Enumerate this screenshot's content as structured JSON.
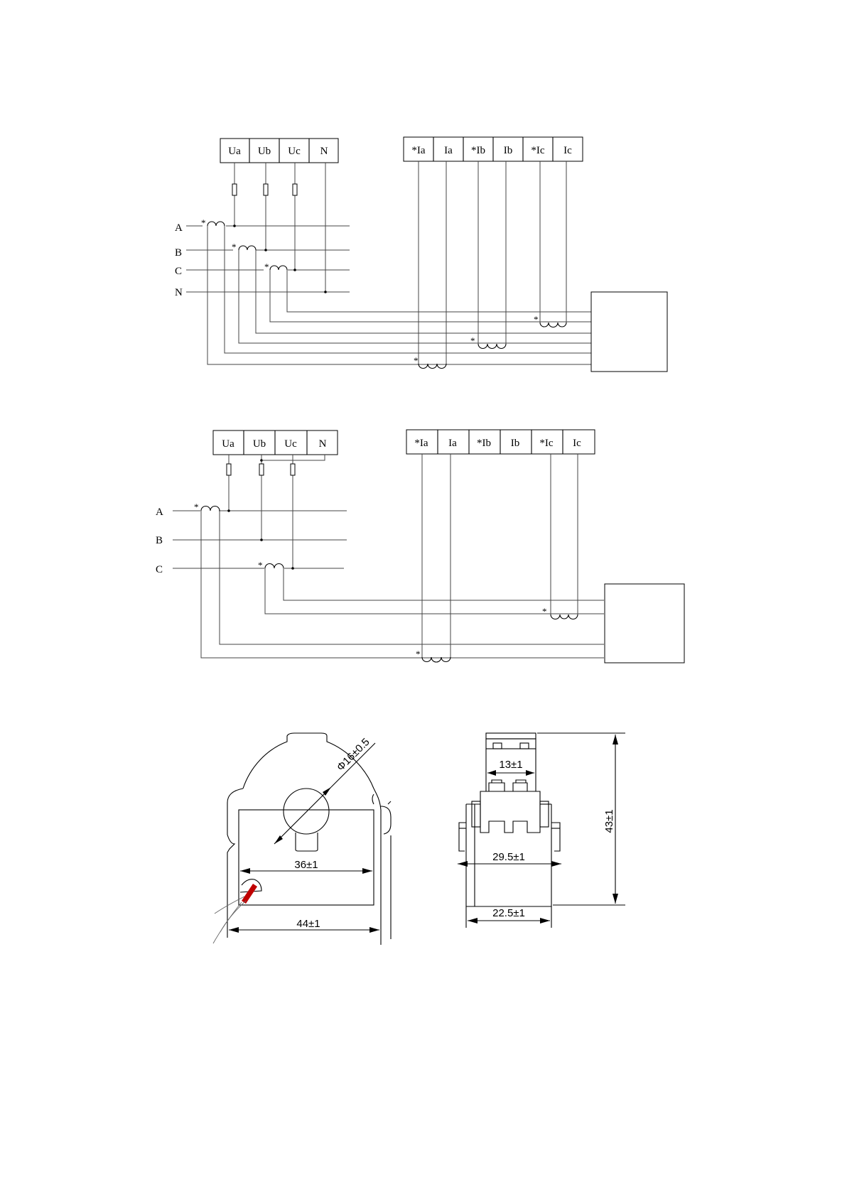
{
  "diagram1": {
    "voltage_terminals": [
      "Ua",
      "Ub",
      "Uc",
      "N"
    ],
    "current_terminals": [
      "*Ia",
      "Ia",
      "*Ib",
      "Ib",
      "*Ic",
      "Ic"
    ],
    "phases": [
      "A",
      "B",
      "C",
      "N"
    ],
    "polarity_mark": "*"
  },
  "diagram2": {
    "voltage_terminals": [
      "Ua",
      "Ub",
      "Uc",
      "N"
    ],
    "current_terminals": [
      "*Ia",
      "Ia",
      "*Ib",
      "Ib",
      "*Ic",
      "Ic"
    ],
    "phases": [
      "A",
      "B",
      "C"
    ],
    "polarity_mark": "*"
  },
  "dimensions": {
    "inner_diameter": "Φ16±0.5",
    "inner_width": "36±1",
    "outer_width": "44±1",
    "top_width": "13±1",
    "side_width": "29.5±1",
    "base_width": "22.5±1",
    "height": "43±1"
  },
  "colors": {
    "line": "#000000",
    "lead_wire": "#c00000"
  }
}
